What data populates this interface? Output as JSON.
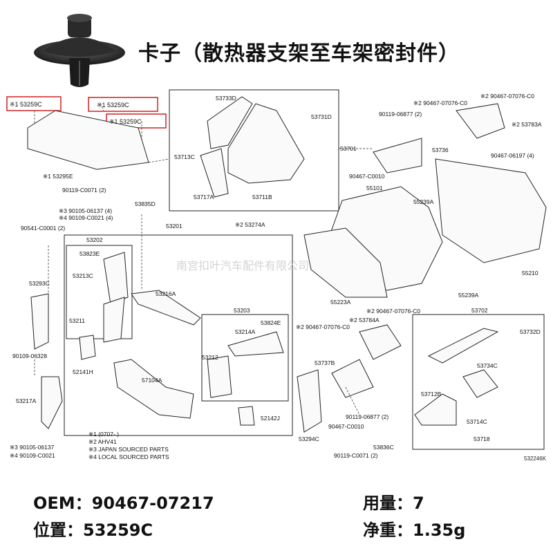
{
  "title": "卡子（散热器支架至车架密封件）",
  "watermark": "南宫扣叶汽车配件有限公司",
  "diagram_id": "532246K",
  "labels": {
    "l53259c_a": "※1 53259C",
    "l53259c_b": "※1 53259C",
    "l53259c_c": "※1 53259C",
    "l53295e": "※1 53295E",
    "l90119_0071a": "90119-C0071 (2)",
    "l53835d": "53835D",
    "l53733d": "53733D",
    "l53731d": "53731D",
    "l53713c": "53713C",
    "l53717a": "53717A",
    "l53711b": "53711B",
    "l53701": "53701",
    "l90467_07076a": "※2 90467-07076-C0",
    "l90467_07076b": "※2 90467-07076-C0",
    "l90119_06877a": "90119-06877 (2)",
    "l53783a": "※2 53783A",
    "l53736": "53736",
    "l90467_c0010a": "90467-C0010",
    "l90467_06197": "90467-06197 (4)",
    "l55101": "55101",
    "l55239a_a": "55239A",
    "l90105": "※3 90105-06137 (4)",
    "l90109": "※4 90109-C0021 (4)",
    "l53201": "53201",
    "l53274a": "※2 53274A",
    "l90541": "90541-C0001 (2)",
    "l53202": "53202",
    "l53823e": "53823E",
    "l53213c": "53213C",
    "l53293c": "53293C",
    "l53216a": "53216A",
    "l53211": "53211",
    "l55223a": "55223A",
    "l55239a_b": "55239A",
    "l55210": "55210",
    "l53203": "53203",
    "l53824e": "53824E",
    "l53214a": "53214A",
    "l90467_07076c": "※2 90467-07076-C0",
    "l53784a": "※2 53784A",
    "l90467_07076d": "※2 90467-07076-C0",
    "l53702": "53702",
    "l53732d": "53732D",
    "l90109_06328": "90109-06328",
    "l52141h": "52141H",
    "l53212": "53212",
    "l57104a": "57104A",
    "l53737b": "53737B",
    "l53734c": "53734C",
    "l53217a": "53217A",
    "l52142j": "52142J",
    "l53294c": "53294C",
    "l90119_06877b": "90119-06877 (2)",
    "l90467_c0010b": "90467-C0010",
    "l53712b": "53712B",
    "l53714c": "53714C",
    "l53718": "53718",
    "l53836c": "53836C",
    "l90119_0071b": "90119-C0071 (2)",
    "l90105b": "※3 90105-06137",
    "l90109b": "※4 90109-C0021"
  },
  "legend": [
    "※1 (0707-      )",
    "※2 AHV41",
    "※3 JAPAN SOURCED PARTS",
    "※4 LOCAL SOURCED PARTS"
  ],
  "info": {
    "oem_label": "OEM：",
    "oem_value": "90467-07217",
    "position_label": "位置：",
    "position_value": "53259C",
    "qty_label": "用量：",
    "qty_value": "7",
    "weight_label": "净重：",
    "weight_value": "1.35g"
  },
  "colors": {
    "highlight_box": "#cc2222",
    "line": "#222222"
  },
  "icons": {
    "clip_photo": "plastic-push-clip-icon"
  }
}
